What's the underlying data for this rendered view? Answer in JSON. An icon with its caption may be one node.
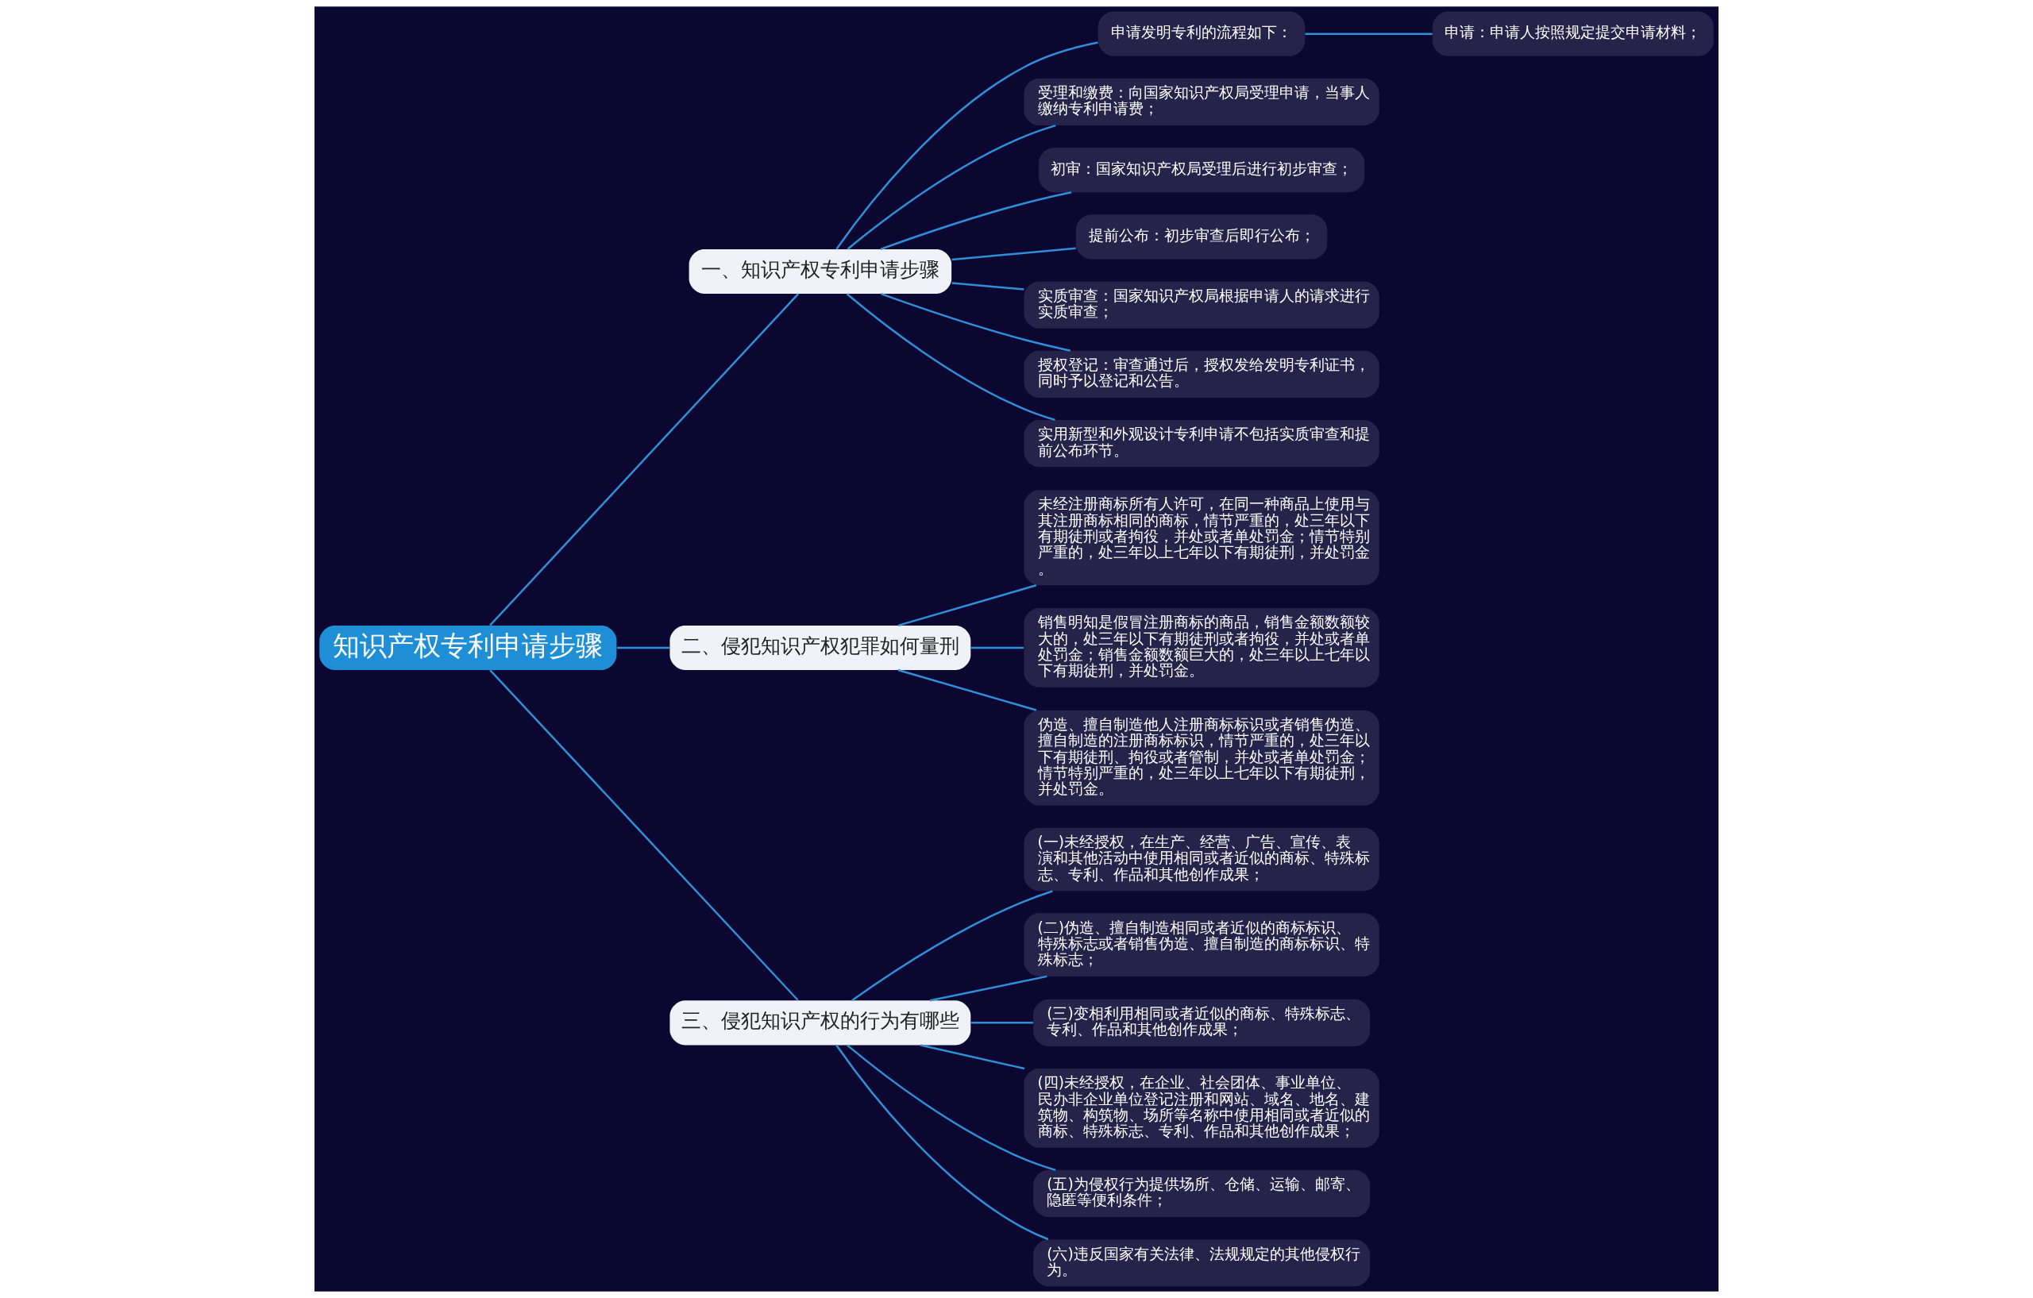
{
  "diagram": {
    "nodes": [
      {
        "text": [
          "知识产权专利申请步骤"
        ]
      },
      {
        "text": [
          "一、知识产权专利申请步骤"
        ]
      },
      {
        "text": [
          "申请发明专利的流程如下："
        ]
      },
      {
        "text": [
          "申请：申请人按照规定提交申请材料；"
        ]
      },
      {
        "text": [
          "受理和缴费：向国家知识产权局受理申请，当事人缴纳专利申请费；"
        ]
      },
      {
        "text": [
          "初审：国家知识产权局受理后进行初步审查；"
        ]
      },
      {
        "text": [
          "提前公布：初步审查后即行公布；"
        ]
      },
      {
        "text": [
          "实质审查：国家知识产权局根据申请人的请求进行实质审查；"
        ]
      },
      {
        "text": [
          "授权登记：审查通过后，授权发给发明专利证书，同时予以登记和公告。"
        ]
      },
      {
        "text": [
          "实用新型和外观设计专利申请不包括实质审查和提前公布环节。"
        ]
      },
      {
        "text": [
          "二、侵犯知识产权犯罪如何量刑"
        ]
      },
      {
        "text": [
          "未经注册商标所有人许可，在同一种商品上使用与其注册商标相同的商标，情节严重的，处三年以下有期徒刑或者拘役，并处或者单处罚金；情节特别严重的，处三年以上七年以下有期徒刑，并处罚金。"
        ]
      },
      {
        "text": [
          "销售明知是假冒注册商标的商品，销售金额数额较大的，处三年以下有期徒刑或者拘役，并处或者单处罚金；销售金额数额巨大的，处三年以上七年以下有期徒刑，并处罚金。"
        ]
      },
      {
        "text": [
          "伪造、擅自制造他人注册商标标识或者销售伪造、擅自制造的注册商标标识，情节严重的，处三年以下有期徒刑、拘役或者管制，并处或者单处罚金；情节特别严重的，处三年以上七年以下有期徒刑，并处罚金。"
        ]
      },
      {
        "text": [
          "三、侵犯知识产权的行为有哪些"
        ]
      },
      {
        "text": [
          "(一)未经授权，在生产、经营、广告、宣传、表演和其他活动中使用相同或者近似的商标、特殊标志、专利、作品和其他创作成果；"
        ]
      },
      {
        "text": [
          "(二)伪造、擅自制造相同或者近似的商标标识、特殊标志或者销售伪造、擅自制造的商标标识、特殊标志；"
        ]
      },
      {
        "text": [
          "(三)变相利用相同或者近似的商标、特殊标志、专利、作品和其他创作成果；"
        ]
      },
      {
        "text": [
          "(四)未经授权，在企业、社会团体、事业单位、民办非企业单位登记注册和网站、域名、地名、建筑物、构筑物、场所等名称中使用相同或者近似的商标、特殊标志、专利、作品和其他创作成果；"
        ]
      },
      {
        "text": [
          "(五)为侵权行为提供场所、仓储、运输、邮寄、隐匿等便利条件；"
        ]
      },
      {
        "text": [
          "(六)违反国家有关法律、法规规定的其他侵权行为。"
        ]
      }
    ],
    "edges": [
      {
        "from": 0,
        "to": 1,
        "arrow": "none"
      },
      {
        "from": 1,
        "to": 2,
        "arrow": "none"
      },
      {
        "from": 2,
        "to": 3,
        "arrow": "none"
      },
      {
        "from": 1,
        "to": 4,
        "arrow": "none"
      },
      {
        "from": 1,
        "to": 5,
        "arrow": "none"
      },
      {
        "from": 1,
        "to": 6,
        "arrow": "none"
      },
      {
        "from": 1,
        "to": 7,
        "arrow": "none"
      },
      {
        "from": 1,
        "to": 8,
        "arrow": "none"
      },
      {
        "from": 1,
        "to": 9,
        "arrow": "none"
      },
      {
        "from": 0,
        "to": 10,
        "arrow": "none"
      },
      {
        "from": 10,
        "to": 11,
        "arrow": "none"
      },
      {
        "from": 10,
        "to": 12,
        "arrow": "none"
      },
      {
        "from": 10,
        "to": 13,
        "arrow": "none"
      },
      {
        "from": 0,
        "to": 14,
        "arrow": "none"
      },
      {
        "from": 14,
        "to": 15,
        "arrow": "none"
      },
      {
        "from": 14,
        "to": 16,
        "arrow": "none"
      },
      {
        "from": 14,
        "to": 17,
        "arrow": "none"
      },
      {
        "from": 14,
        "to": 18,
        "arrow": "none"
      },
      {
        "from": 14,
        "to": 19,
        "arrow": "none"
      },
      {
        "from": 14,
        "to": 20,
        "arrow": "none"
      }
    ]
  }
}
